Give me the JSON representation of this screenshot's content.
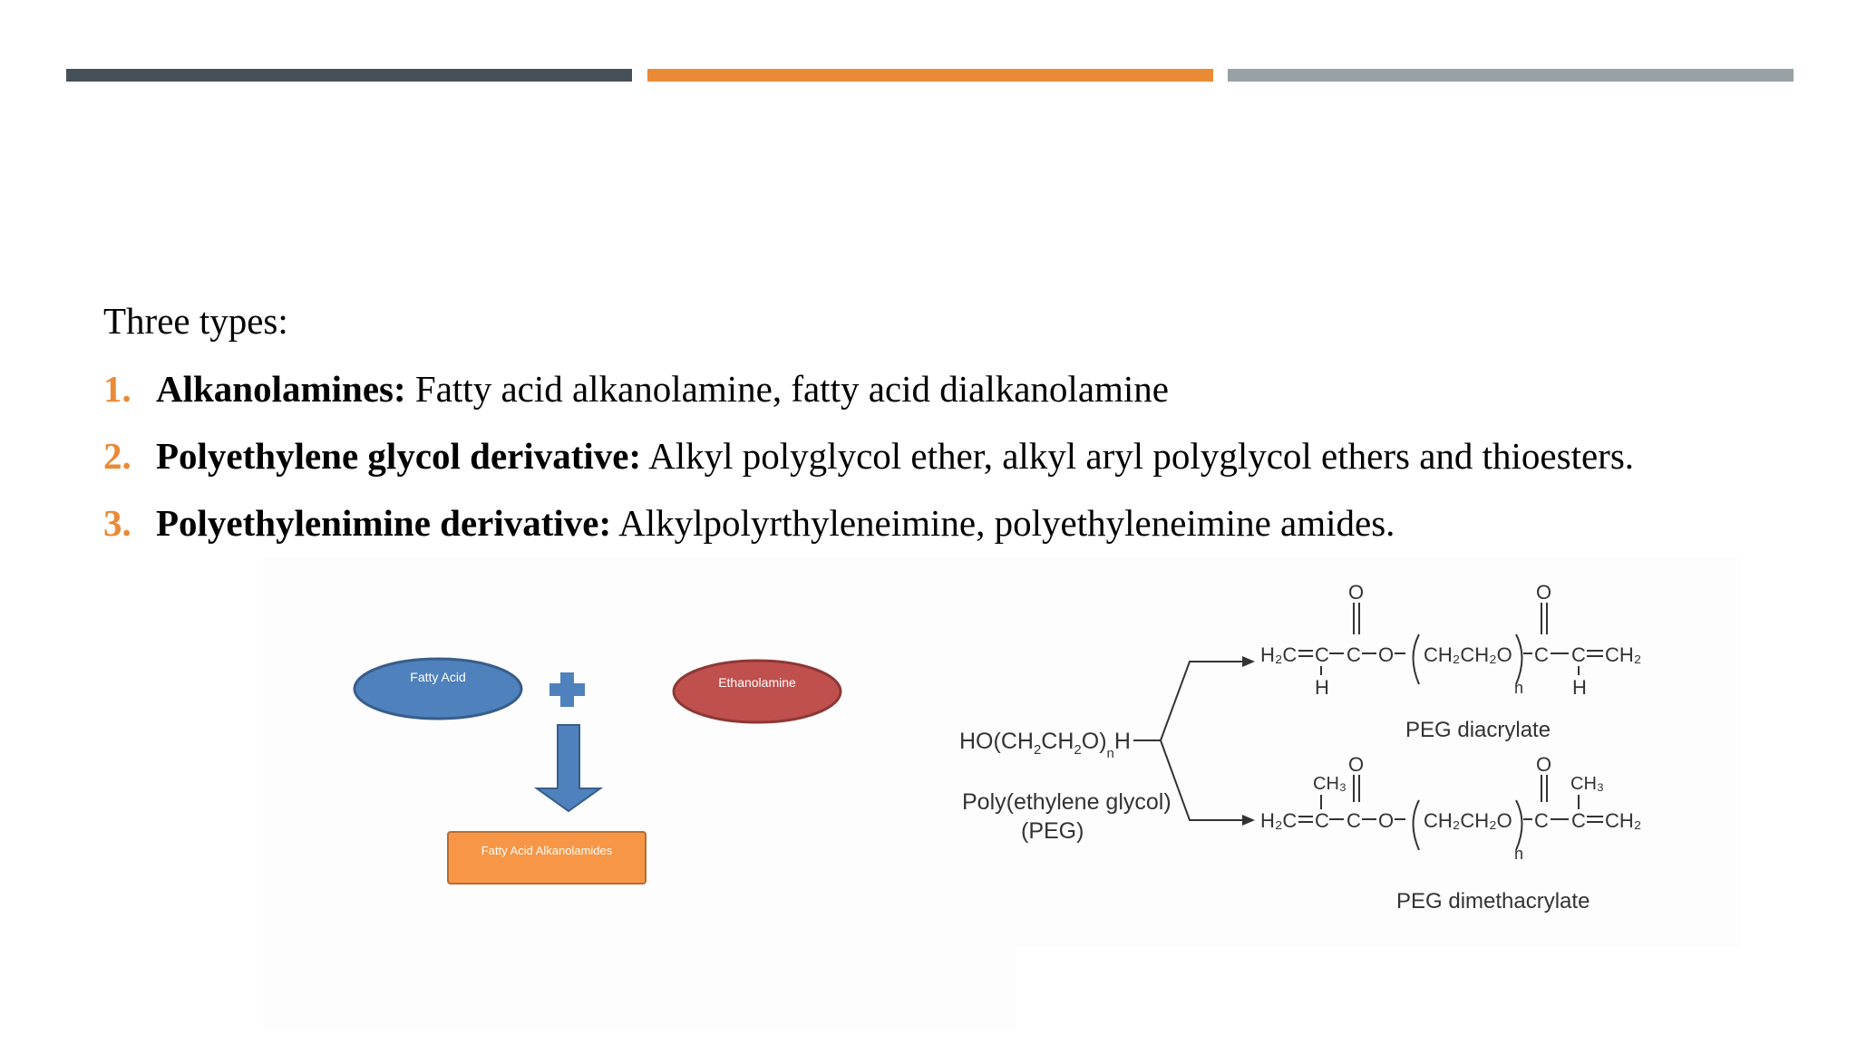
{
  "intro": "Three types:",
  "items": [
    {
      "num": "1.",
      "term": "Alkanolamines:",
      "desc": " Fatty acid alkanolamine, fatty acid dialkanolamine"
    },
    {
      "num": "2.",
      "term": "Polyethylene glycol derivative:",
      "desc": " Alkyl polyglycol ether, alkyl aryl polyglycol ethers and thioesters."
    },
    {
      "num": "3.",
      "term": "Polyethylenimine derivative:",
      "desc": " Alkylpolyrthyleneimine, polyethyleneimine amides."
    }
  ],
  "diagram_left": {
    "reactant1": "Fatty Acid",
    "reactant2": "Ethanolamine",
    "product": "Fatty Acid Alkanolamides",
    "colors": {
      "reactant1": "#4f81bd",
      "reactant2": "#c0504d",
      "product": "#f79646",
      "arrow": "#4f81bd"
    }
  },
  "diagram_right": {
    "peg_formula_pre": "HO",
    "peg_formula_mid": "CH",
    "peg_formula_rest": "CH",
    "peg_formula_o": "O",
    "peg_formula_h": "H",
    "sub2": "2",
    "subn": "n",
    "peg_name_line1": "Poly(ethylene glycol)",
    "peg_name_line2": "(PEG)",
    "product1_name": "PEG diacrylate",
    "product2_name": "PEG dimethacrylate",
    "atom_O": "O",
    "atom_H": "H",
    "atom_C": "C",
    "group_H2C": "H₂C",
    "group_CH2": "CH₂",
    "group_CH3": "CH₃",
    "group_repeat": "CH₂CH₂O",
    "repeat_n": "n"
  }
}
